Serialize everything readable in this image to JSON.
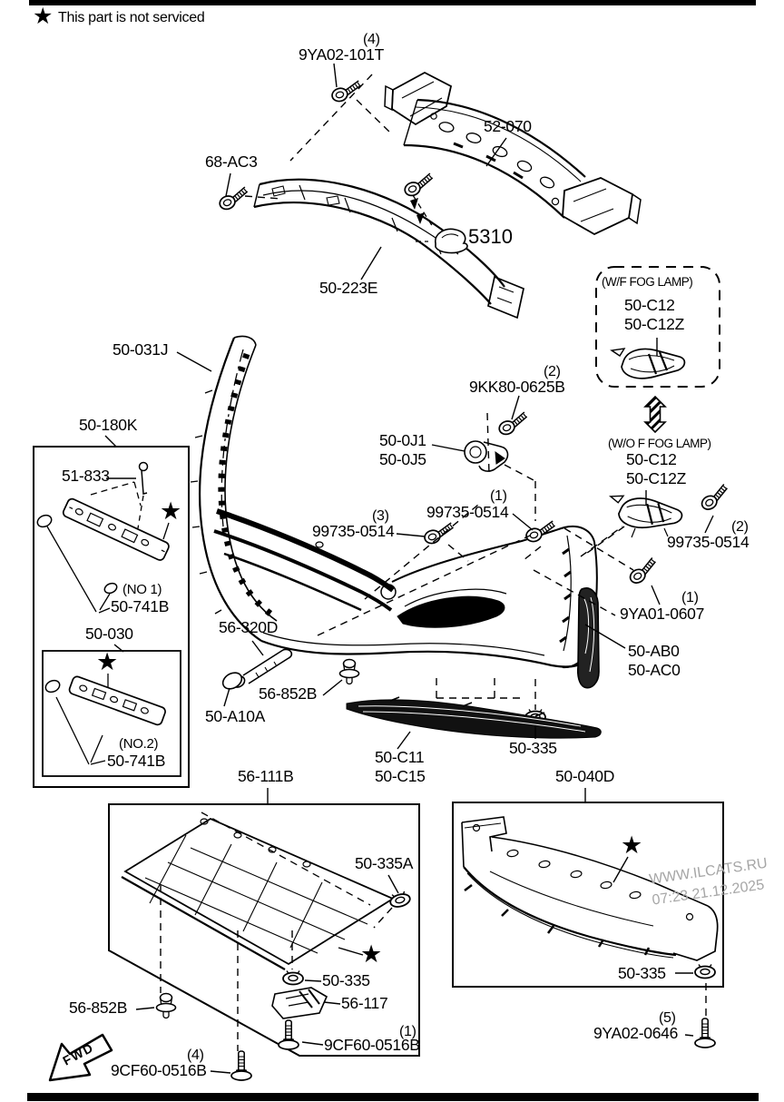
{
  "legend": {
    "star": "★",
    "text": "This part is not serviced"
  },
  "fwd_label": "FWD",
  "watermark": {
    "line1": "WWW.ILCATS.RU",
    "line2": "07:23 21.12.2025"
  },
  "fog_variants": {
    "with_fog": {
      "condition": "(W/F FOG LAMP)",
      "code1": "50-C12",
      "code2": "50-C12Z"
    },
    "without_fog": {
      "condition": "(W/O F FOG LAMP)",
      "code1": "50-C12",
      "code2": "50-C12Z"
    }
  },
  "callouts": {
    "bolt_9ya02_101t": {
      "qty": "(4)",
      "code": "9YA02-101T"
    },
    "beam": {
      "code": "52-070"
    },
    "bolt_68ac3": {
      "code": "68-AC3"
    },
    "clip_5310": {
      "code": "5310"
    },
    "absorber": {
      "code": "50-223E"
    },
    "bumper_face": {
      "code": "50-031J"
    },
    "screw_9kk80": {
      "qty": "(2)",
      "code": "9KK80-0625B"
    },
    "clamp": {
      "code1": "50-0J1",
      "code2": "50-0J5"
    },
    "screw_99735_x1": {
      "qty": "(1)",
      "code": "99735-0514"
    },
    "screw_99735_x3": {
      "qty": "(3)",
      "code": "99735-0514"
    },
    "screw_99735_x2": {
      "qty": "(2)",
      "code": "99735-0514"
    },
    "plate_holder": {
      "code": "50-180K"
    },
    "stud_51833": {
      "code": "51-833"
    },
    "grommet_no1": {
      "note": "(NO 1)",
      "code": "50-741B"
    },
    "plate_holder2": {
      "code": "50-030"
    },
    "grommet_no2": {
      "note": "(NO.2)",
      "code": "50-741B"
    },
    "rod_56320d": {
      "code": "56-320D"
    },
    "cap_50a10a": {
      "code": "50-A10A"
    },
    "clip_56852b_mid": {
      "code": "56-852B"
    },
    "lower_grille": {
      "code1": "50-C11",
      "code2": "50-C15"
    },
    "nut_50335_mid": {
      "code": "50-335"
    },
    "bolt_9ya01": {
      "qty": "(1)",
      "code": "9YA01-0607"
    },
    "side_bracket": {
      "code1": "50-AB0",
      "code2": "50-AC0"
    },
    "under_cover1": {
      "code": "56-111B"
    },
    "nut_50335a": {
      "code": "50-335A"
    },
    "nut_50335_left": {
      "code": "50-335"
    },
    "bracket_56117": {
      "code": "56-117"
    },
    "bolt_9cf60_x1": {
      "qty": "(1)",
      "code": "9CF60-0516B"
    },
    "clip_56852b_low": {
      "code": "56-852B"
    },
    "bolt_9cf60_x4": {
      "qty": "(4)",
      "code": "9CF60-0516B"
    },
    "under_cover2": {
      "code": "50-040D"
    },
    "nut_50335_right": {
      "code": "50-335"
    },
    "bolt_9ya02_0646": {
      "qty": "(5)",
      "code": "9YA02-0646"
    }
  }
}
